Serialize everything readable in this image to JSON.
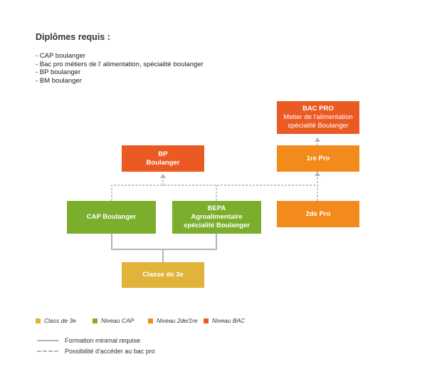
{
  "heading": "Diplômes requis :",
  "requirements": [
    "- CAP boulanger",
    "- Bac pro métiers de l' alimentation, spécialité boulanger",
    "- BP boulanger",
    "- BM boulanger"
  ],
  "boxes": {
    "bac_pro": {
      "title": "BAC PRO",
      "line1": "Metier de l'alimentation",
      "line2": "spécialité Boulanger"
    },
    "bp": {
      "title": "BP",
      "line1": "Boulanger"
    },
    "premiere_pro": {
      "title": "1re Pro"
    },
    "cap": {
      "title": "CAP Boulanger"
    },
    "bepa": {
      "title": "BEPA",
      "line1": "Agroalimentaire",
      "line2": "spécialité Boulanger"
    },
    "seconde_pro": {
      "title": "2de Pro"
    },
    "classe3": {
      "title": "Classe de 3e"
    }
  },
  "legend": {
    "levels": [
      {
        "label": "Class de 3e",
        "color": "#e1b33a"
      },
      {
        "label": "Niveau CAP",
        "color": "#7cae2e"
      },
      {
        "label": "Niveau 2de/1re",
        "color": "#f28a1c"
      },
      {
        "label": "Niveau BAC",
        "color": "#ec5a24"
      }
    ],
    "solid_line": "Formation minimal requise",
    "dashed_line": "Possibilité d'accéder au bac pro"
  },
  "colors": {
    "green": "#7cae2e",
    "orange": "#f28a1c",
    "red": "#ec5a24",
    "yellow": "#e1b33a",
    "solid_connector": "#b3b3b3",
    "dashed_connector": "#b3b3b3"
  }
}
